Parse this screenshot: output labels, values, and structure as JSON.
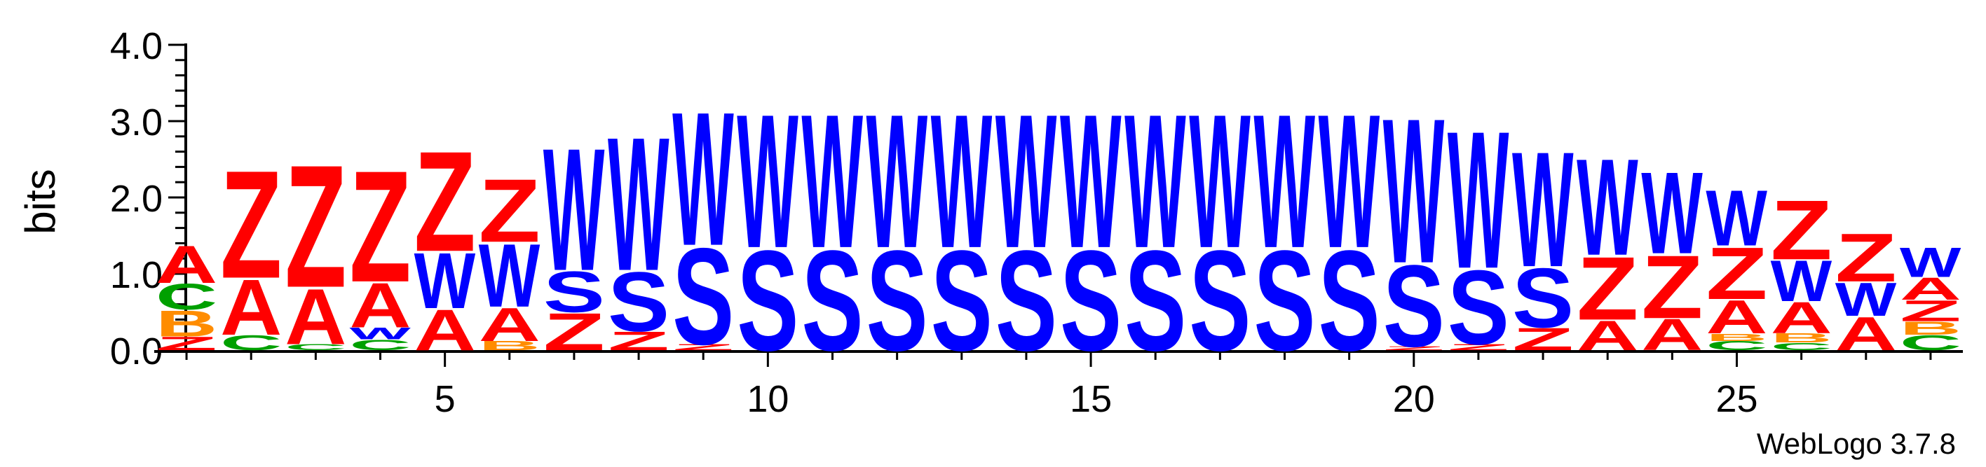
{
  "chart_data": {
    "type": "sequence-logo",
    "ylabel": "bits",
    "ylim": [
      0,
      4.0
    ],
    "yticks": [
      "0.0",
      "1.0",
      "2.0",
      "3.0",
      "4.0"
    ],
    "xlim": [
      0.5,
      28.5
    ],
    "xticks": [
      5,
      10,
      15,
      20,
      25
    ],
    "credit": "WebLogo 3.7.8",
    "colors": {
      "Z": "#ff0000",
      "A": "#ff0000",
      "W": "#0000ff",
      "S": "#0000ff",
      "C": "#00a000",
      "B": "#ff8c00"
    },
    "positions": [
      {
        "pos": 1,
        "letters": [
          [
            "Z",
            0.18
          ],
          [
            "B",
            0.35
          ],
          [
            "C",
            0.35
          ],
          [
            "A",
            0.5
          ]
        ]
      },
      {
        "pos": 2,
        "letters": [
          [
            "C",
            0.2
          ],
          [
            "A",
            0.75
          ],
          [
            "Z",
            1.45
          ]
        ]
      },
      {
        "pos": 3,
        "letters": [
          [
            "C",
            0.08
          ],
          [
            "A",
            0.75
          ],
          [
            "Z",
            1.65
          ]
        ]
      },
      {
        "pos": 4,
        "letters": [
          [
            "C",
            0.14
          ],
          [
            "W",
            0.16
          ],
          [
            "A",
            0.6
          ],
          [
            "Z",
            1.5
          ]
        ]
      },
      {
        "pos": 5,
        "letters": [
          [
            "A",
            0.55
          ],
          [
            "W",
            0.75
          ],
          [
            "Z",
            1.35
          ]
        ]
      },
      {
        "pos": 6,
        "letters": [
          [
            "B",
            0.12
          ],
          [
            "A",
            0.45
          ],
          [
            "W",
            0.85
          ],
          [
            "Z",
            0.85
          ]
        ]
      },
      {
        "pos": 7,
        "letters": [
          [
            "Z",
            0.5
          ],
          [
            "S",
            0.55
          ],
          [
            "W",
            1.65
          ]
        ]
      },
      {
        "pos": 8,
        "letters": [
          [
            "Z",
            0.25
          ],
          [
            "S",
            0.8
          ],
          [
            "W",
            1.8
          ]
        ]
      },
      {
        "pos": 9,
        "letters": [
          [
            "Z",
            0.08
          ],
          [
            "S",
            1.3
          ],
          [
            "W",
            1.8
          ]
        ]
      },
      {
        "pos": 10,
        "letters": [
          [
            "S",
            1.35
          ],
          [
            "W",
            1.8
          ]
        ]
      },
      {
        "pos": 11,
        "letters": [
          [
            "S",
            1.35
          ],
          [
            "W",
            1.8
          ]
        ]
      },
      {
        "pos": 12,
        "letters": [
          [
            "S",
            1.35
          ],
          [
            "W",
            1.8
          ]
        ]
      },
      {
        "pos": 13,
        "letters": [
          [
            "S",
            1.35
          ],
          [
            "W",
            1.8
          ]
        ]
      },
      {
        "pos": 14,
        "letters": [
          [
            "S",
            1.35
          ],
          [
            "W",
            1.8
          ]
        ]
      },
      {
        "pos": 15,
        "letters": [
          [
            "S",
            1.35
          ],
          [
            "W",
            1.8
          ]
        ]
      },
      {
        "pos": 16,
        "letters": [
          [
            "S",
            1.35
          ],
          [
            "W",
            1.8
          ]
        ]
      },
      {
        "pos": 17,
        "letters": [
          [
            "S",
            1.35
          ],
          [
            "W",
            1.8
          ]
        ]
      },
      {
        "pos": 18,
        "letters": [
          [
            "S",
            1.35
          ],
          [
            "W",
            1.8
          ]
        ]
      },
      {
        "pos": 19,
        "letters": [
          [
            "S",
            1.35
          ],
          [
            "W",
            1.8
          ]
        ]
      },
      {
        "pos": 20,
        "letters": [
          [
            "Z",
            0.05
          ],
          [
            "S",
            1.1
          ],
          [
            "W",
            1.95
          ]
        ]
      },
      {
        "pos": 21,
        "letters": [
          [
            "Z",
            0.08
          ],
          [
            "S",
            1.0
          ],
          [
            "W",
            1.85
          ]
        ]
      },
      {
        "pos": 22,
        "letters": [
          [
            "Z",
            0.3
          ],
          [
            "S",
            0.8
          ],
          [
            "W",
            1.55
          ]
        ]
      },
      {
        "pos": 23,
        "letters": [
          [
            "A",
            0.4
          ],
          [
            "Z",
            0.85
          ],
          [
            "W",
            1.3
          ]
        ]
      },
      {
        "pos": 24,
        "letters": [
          [
            "A",
            0.42
          ],
          [
            "Z",
            0.85
          ],
          [
            "W",
            1.1
          ]
        ]
      },
      {
        "pos": 25,
        "letters": [
          [
            "C",
            0.12
          ],
          [
            "B",
            0.1
          ],
          [
            "A",
            0.45
          ],
          [
            "Z",
            0.7
          ],
          [
            "W",
            0.75
          ]
        ]
      },
      {
        "pos": 26,
        "letters": [
          [
            "C",
            0.1
          ],
          [
            "B",
            0.12
          ],
          [
            "A",
            0.42
          ],
          [
            "W",
            0.55
          ],
          [
            "Z",
            0.8
          ]
        ]
      },
      {
        "pos": 27,
        "letters": [
          [
            "A",
            0.45
          ],
          [
            "W",
            0.45
          ],
          [
            "Z",
            0.65
          ]
        ]
      },
      {
        "pos": 28,
        "letters": [
          [
            "C",
            0.2
          ],
          [
            "B",
            0.18
          ],
          [
            "Z",
            0.28
          ],
          [
            "A",
            0.3
          ],
          [
            "W",
            0.4
          ]
        ]
      }
    ]
  }
}
